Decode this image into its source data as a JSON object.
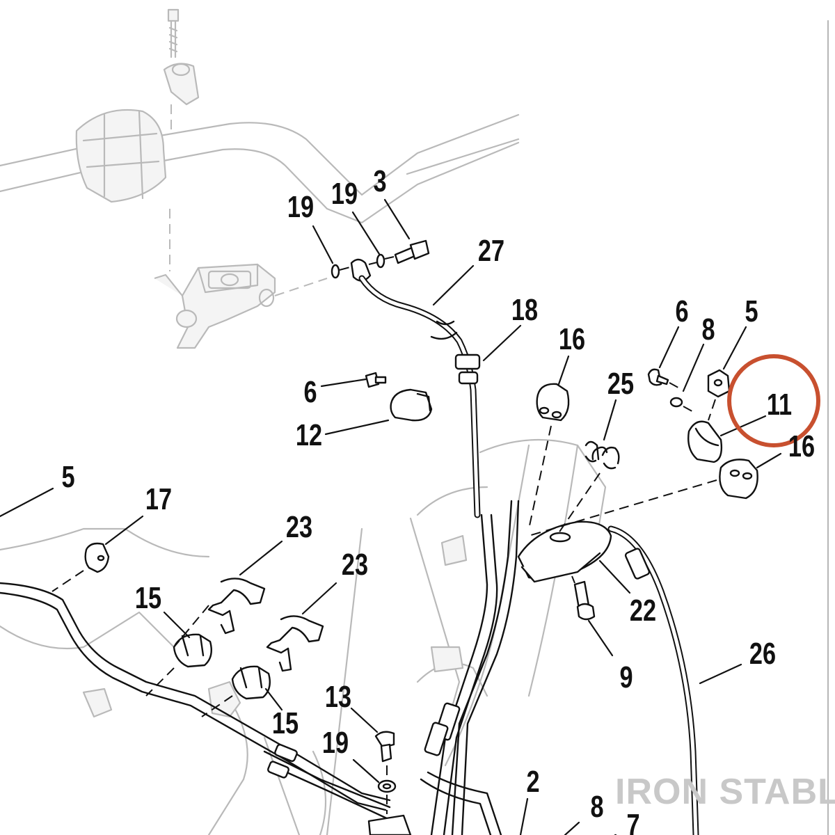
{
  "diagram": {
    "callouts": [
      "19",
      "19",
      "3",
      "27",
      "18",
      "16",
      "6",
      "8",
      "5",
      "25",
      "11",
      "16",
      "6",
      "12",
      "5",
      "17",
      "23",
      "23",
      "15",
      "15",
      "22",
      "9",
      "26",
      "13",
      "19",
      "2",
      "8",
      "7"
    ],
    "highlighted_callout": "11",
    "highlight_color": "#c8502f",
    "ink_color": "#111111",
    "ghost_color": "#b9b9b9"
  },
  "watermark": {
    "text": "IRON STABLE"
  }
}
